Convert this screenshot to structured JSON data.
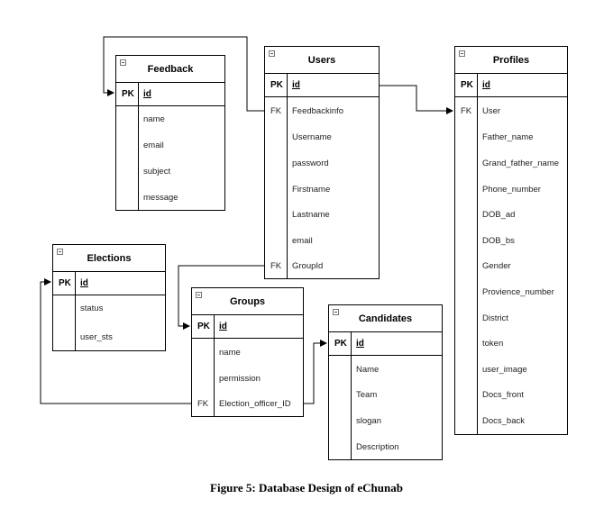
{
  "caption": "Figure 5: Database Design of eChunab",
  "entities": {
    "feedback": {
      "title": "Feedback",
      "pk": "id",
      "fields": [
        {
          "key": "",
          "name": "name"
        },
        {
          "key": "",
          "name": "email"
        },
        {
          "key": "",
          "name": "subject"
        },
        {
          "key": "",
          "name": "message"
        }
      ]
    },
    "users": {
      "title": "Users",
      "pk": "id",
      "fields": [
        {
          "key": "FK",
          "name": "Feedbackinfo"
        },
        {
          "key": "",
          "name": "Username"
        },
        {
          "key": "",
          "name": "password"
        },
        {
          "key": "",
          "name": "Firstname"
        },
        {
          "key": "",
          "name": "Lastname"
        },
        {
          "key": "",
          "name": "email"
        },
        {
          "key": "FK",
          "name": "GroupId"
        }
      ]
    },
    "profiles": {
      "title": "Profiles",
      "pk": "id",
      "fields": [
        {
          "key": "FK",
          "name": "User"
        },
        {
          "key": "",
          "name": "Father_name"
        },
        {
          "key": "",
          "name": "Grand_father_name"
        },
        {
          "key": "",
          "name": "Phone_number"
        },
        {
          "key": "",
          "name": "DOB_ad"
        },
        {
          "key": "",
          "name": "DOB_bs"
        },
        {
          "key": "",
          "name": "Gender"
        },
        {
          "key": "",
          "name": "Provience_number"
        },
        {
          "key": "",
          "name": "District"
        },
        {
          "key": "",
          "name": "token"
        },
        {
          "key": "",
          "name": "user_image"
        },
        {
          "key": "",
          "name": "Docs_front"
        },
        {
          "key": "",
          "name": "Docs_back"
        }
      ]
    },
    "elections": {
      "title": "Elections",
      "pk": "id",
      "fields": [
        {
          "key": "",
          "name": "status"
        },
        {
          "key": "",
          "name": "user_sts"
        }
      ]
    },
    "groups": {
      "title": "Groups",
      "pk": "id",
      "fields": [
        {
          "key": "",
          "name": "name"
        },
        {
          "key": "",
          "name": "permission"
        },
        {
          "key": "FK",
          "name": "Election_officer_ID"
        }
      ]
    },
    "candidates": {
      "title": "Candidates",
      "pk": "id",
      "fields": [
        {
          "key": "",
          "name": "Name"
        },
        {
          "key": "",
          "name": "Team"
        },
        {
          "key": "",
          "name": "slogan"
        },
        {
          "key": "",
          "name": "Description"
        }
      ]
    }
  },
  "relationships": [
    {
      "from": "users.Feedbackinfo",
      "to": "feedback.id"
    },
    {
      "from": "users.id",
      "to": "profiles.User"
    },
    {
      "from": "users.GroupId",
      "to": "groups.id"
    },
    {
      "from": "groups.Election_officer_ID",
      "to": "elections.id"
    },
    {
      "from": "groups.Election_officer_ID",
      "to": "candidates.id"
    }
  ]
}
